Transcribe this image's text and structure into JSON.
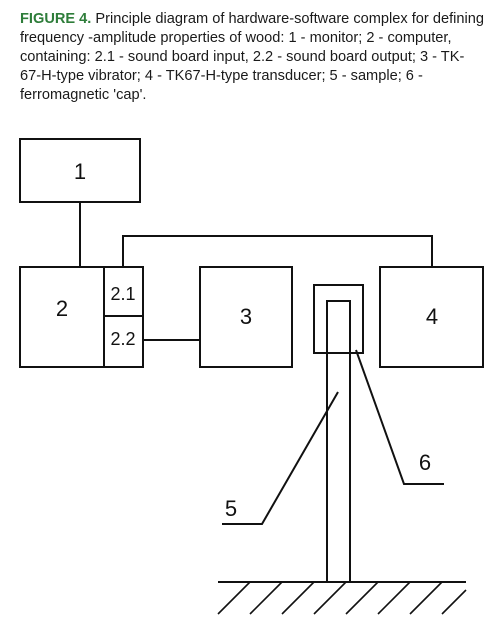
{
  "caption": {
    "label": "FIGURE 4.",
    "text": " Principle diagram of hardware-software complex for defining frequency -amplitude properties of wood: 1 - monitor; 2 - computer, containing: 2.1 - sound board input, 2.2 - sound board output; 3 - TK-67-H-type vibrator; 4 - TK67-H-type transducer; 5 - sample; 6 - ferromagnetic 'cap'."
  },
  "diagram": {
    "labels": {
      "monitor": "1",
      "computer": "2",
      "sound_input": "2.1",
      "sound_output": "2.2",
      "vibrator": "3",
      "transducer": "4",
      "sample": "5",
      "cap": "6"
    },
    "colors": {
      "caption_label": "#2e7d3a",
      "line": "#111111"
    }
  }
}
